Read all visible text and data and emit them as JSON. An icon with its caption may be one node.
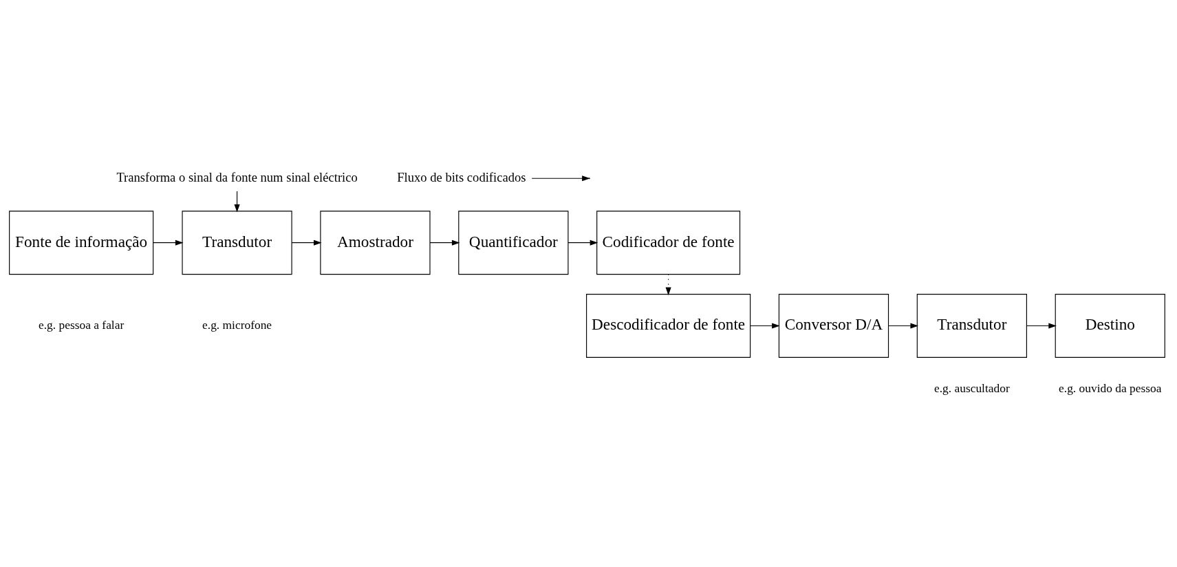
{
  "diagram": {
    "nodes": [
      {
        "text": [
          "Fonte de informação"
        ],
        "beside": [
          "e.g. pessoa a falar"
        ]
      },
      {
        "text": [
          "Transdutor"
        ],
        "beside": [
          "e.g. microfone"
        ]
      },
      {
        "text": [
          "Amostrador"
        ]
      },
      {
        "text": [
          "Quantificador"
        ]
      },
      {
        "text": [
          "Codificador de fonte"
        ]
      },
      {
        "text": [
          "Descodificador de fonte"
        ]
      },
      {
        "text": [
          "Conversor D/A"
        ]
      },
      {
        "text": [
          "Transdutor"
        ],
        "beside": [
          "e.g. auscultador"
        ]
      },
      {
        "text": [
          "Destino"
        ],
        "beside": [
          "e.g. ouvido da pessoa"
        ]
      },
      {
        "text": [
          "Transforma o sinal da fonte num sinal eléctrico"
        ]
      },
      {
        "text": [
          "Fluxo de bits codificados"
        ]
      }
    ],
    "edges": [
      {
        "from": 0,
        "to": 1,
        "arrow": "to"
      },
      {
        "from": 1,
        "to": 2,
        "arrow": "to"
      },
      {
        "from": 2,
        "to": 3,
        "arrow": "to"
      },
      {
        "from": 3,
        "to": 4,
        "arrow": "to"
      },
      {
        "from": 4,
        "to": 5,
        "arrow": "to",
        "style": "dashed"
      },
      {
        "from": 5,
        "to": 6,
        "arrow": "to"
      },
      {
        "from": 6,
        "to": 7,
        "arrow": "to"
      },
      {
        "from": 7,
        "to": 8,
        "arrow": "to"
      },
      {
        "from": 9,
        "to": 1,
        "arrow": "to"
      },
      {
        "from": 10,
        "to": null,
        "arrow": "to"
      }
    ]
  }
}
